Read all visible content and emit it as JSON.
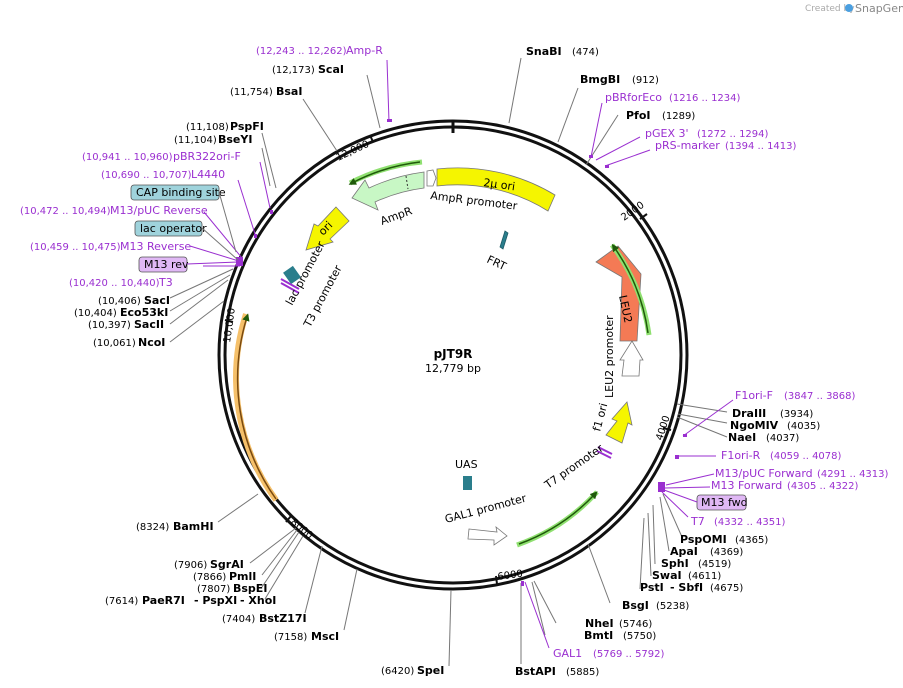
{
  "credit": {
    "prefix": "Created by",
    "brand": "SnapGene"
  },
  "plasmid": {
    "name": "pJT9R",
    "size": "12,779 bp"
  },
  "ticks": [
    "2000",
    "4000",
    "6000",
    "8000",
    "10,000",
    "12,000"
  ],
  "sites": [
    {
      "name": "SnaBI",
      "pos": "(474)"
    },
    {
      "name": "BmgBI",
      "pos": "(912)"
    },
    {
      "name": "PfoI",
      "pos": "(1289)"
    },
    {
      "name": "ScaI",
      "pos": "(12,173)"
    },
    {
      "name": "BsaI",
      "pos": "(11,754)"
    },
    {
      "name": "PspFI",
      "pos": "(11,108)"
    },
    {
      "name": "BseYI",
      "pos": "(11,104)"
    },
    {
      "name": "SacI",
      "pos": "(10,406)"
    },
    {
      "name": "Eco53kI",
      "pos": "(10,404)"
    },
    {
      "name": "SacII",
      "pos": "(10,397)"
    },
    {
      "name": "NcoI",
      "pos": "(10,061)"
    },
    {
      "name": "DraIII",
      "pos": "(3934)"
    },
    {
      "name": "NgoMIV",
      "pos": "(4035)"
    },
    {
      "name": "NaeI",
      "pos": "(4037)"
    },
    {
      "name": "PspOMI",
      "pos": "(4365)"
    },
    {
      "name": "ApaI",
      "pos": "(4369)"
    },
    {
      "name": "SphI",
      "pos": "(4519)"
    },
    {
      "name": "SwaI",
      "pos": "(4611)"
    },
    {
      "name": "PstI",
      "pos": "(4675)"
    },
    {
      "name": "- SbfI",
      "pos": ""
    },
    {
      "name": "BsgI",
      "pos": "(5238)"
    },
    {
      "name": "NheI",
      "pos": "(5746)"
    },
    {
      "name": "BmtI",
      "pos": "(5750)"
    },
    {
      "name": "BstAPI",
      "pos": "(5885)"
    },
    {
      "name": "SpeI",
      "pos": "(6420)"
    },
    {
      "name": "MscI",
      "pos": "(7158)"
    },
    {
      "name": "BstZ17I",
      "pos": "(7404)"
    },
    {
      "name": "PaeR7I",
      "pos": "(7614)"
    },
    {
      "name": "- PspXI",
      "pos": ""
    },
    {
      "name": "- XhoI",
      "pos": ""
    },
    {
      "name": "BspEI",
      "pos": "(7807)"
    },
    {
      "name": "PmlI",
      "pos": "(7866)"
    },
    {
      "name": "SgrAI",
      "pos": "(7906)"
    },
    {
      "name": "BamHI",
      "pos": "(8324)"
    }
  ],
  "primers": [
    {
      "name": "Amp-R",
      "pos": "(12,243 .. 12,262)"
    },
    {
      "name": "pBRforEco",
      "pos": "(1216 .. 1234)"
    },
    {
      "name": "pGEX 3'",
      "pos": "(1272 .. 1294)"
    },
    {
      "name": "pRS-marker",
      "pos": "(1394 .. 1413)"
    },
    {
      "name": "pBR322ori-F",
      "pos": "(10,941 .. 10,960)"
    },
    {
      "name": "L4440",
      "pos": "(10,690 .. 10,707)"
    },
    {
      "name": "M13/pUC Reverse",
      "pos": "(10,472 .. 10,494)"
    },
    {
      "name": "M13 Reverse",
      "pos": "(10,459 .. 10,475)"
    },
    {
      "name": "T3",
      "pos": "(10,420 .. 10,440)"
    },
    {
      "name": "F1ori-F",
      "pos": "(3847 .. 3868)"
    },
    {
      "name": "F1ori-R",
      "pos": "(4059 .. 4078)"
    },
    {
      "name": "M13/pUC Forward",
      "pos": "(4291 .. 4313)"
    },
    {
      "name": "M13 Forward",
      "pos": "(4305 .. 4322)"
    },
    {
      "name": "T7",
      "pos": "(4332 .. 4351)"
    },
    {
      "name": "GAL1",
      "pos": "(5769 .. 5792)"
    }
  ],
  "boxes": [
    "CAP binding site",
    "lac operator",
    "M13 rev",
    "M13 fwd"
  ],
  "features": [
    "2µ ori",
    "AmpR",
    "AmpR promoter",
    "ori",
    "lac promoter",
    "T3 promoter",
    "FRT",
    "LEU2",
    "LEU2 promoter",
    "f1 ori",
    "T7 promoter",
    "UAS",
    "GAL1 promoter"
  ],
  "colors": {
    "ring": "#111111",
    "primer": "#9a2fd0",
    "ori": "#f5f500",
    "ampr": "#c8f7c5",
    "leu2": "#f47a55",
    "green_bar": "#3a9a1a",
    "orange_bar": "#e8a540",
    "cap_box": "#9fd3dc",
    "m13_box": "#e0b8f5",
    "uas": "#2a7e8c"
  }
}
